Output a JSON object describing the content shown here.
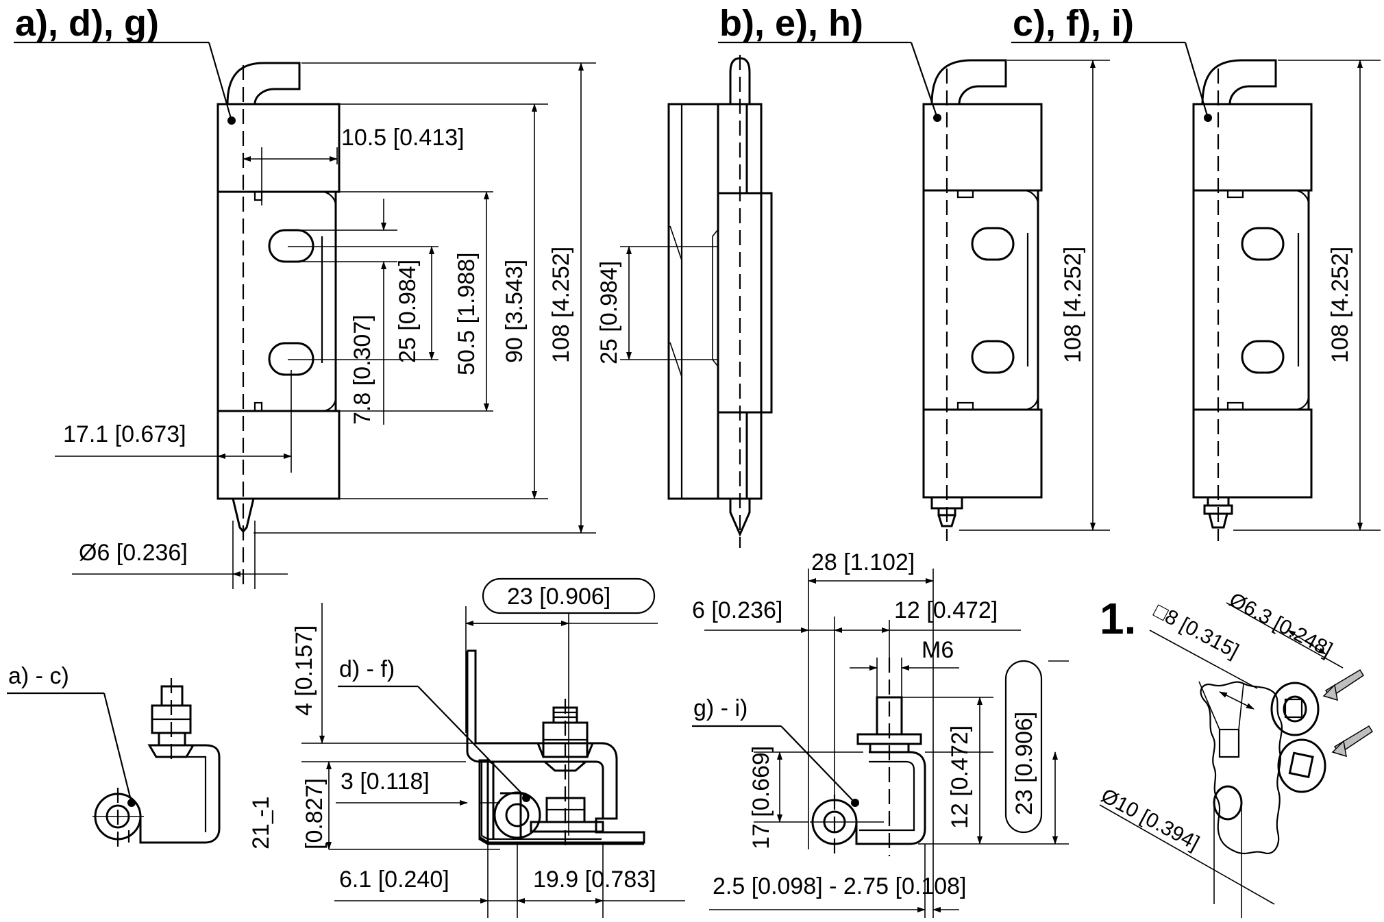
{
  "views": {
    "view_adg": "a), d), g)",
    "view_beh": "b), e), h)",
    "view_cfi": "c), f), i)"
  },
  "dims_a": {
    "d1": "10.5 [0.413]",
    "d2": "25 [0.984]",
    "d3": "50.5 [1.988]",
    "d4": "90 [3.543]",
    "d5": "108 [4.252]",
    "d6": "7.8 [0.307]",
    "d7": "17.1 [0.673]",
    "d8": "Ø6 [0.236]"
  },
  "dims_b": {
    "d1": "25 [0.984]"
  },
  "dims_c": {
    "d1": "108 [4.252]"
  },
  "dims_d": {
    "d1": "108 [4.252]"
  },
  "detail_ac": {
    "label": "a) - c)"
  },
  "detail_df": {
    "label": "d) - f)",
    "d1": "23 [0.906]",
    "d2": "4 [0.157]",
    "d3": "3 [0.118]",
    "d4": "21 ̲-1",
    "d5": "[0.827]",
    "d6": "6.1 [0.240]",
    "d7": "19.9 [0.783]"
  },
  "detail_gi": {
    "label": "g) - i)",
    "d1": "28 [1.102]",
    "d2": "6 [0.236]",
    "d3": "12 [0.472]",
    "d4": "M6",
    "d5": "12 [0.472]",
    "d6": "23 [0.906]",
    "d7": "17 [0.669]",
    "d8": "2.5 [0.098] - 2.75 [0.108]"
  },
  "detail_1": {
    "label": "1.",
    "d1": "□8 [0.315]",
    "d2": "Ø6.3 [0.248]",
    "d3": "Ø10 [0.394]"
  }
}
